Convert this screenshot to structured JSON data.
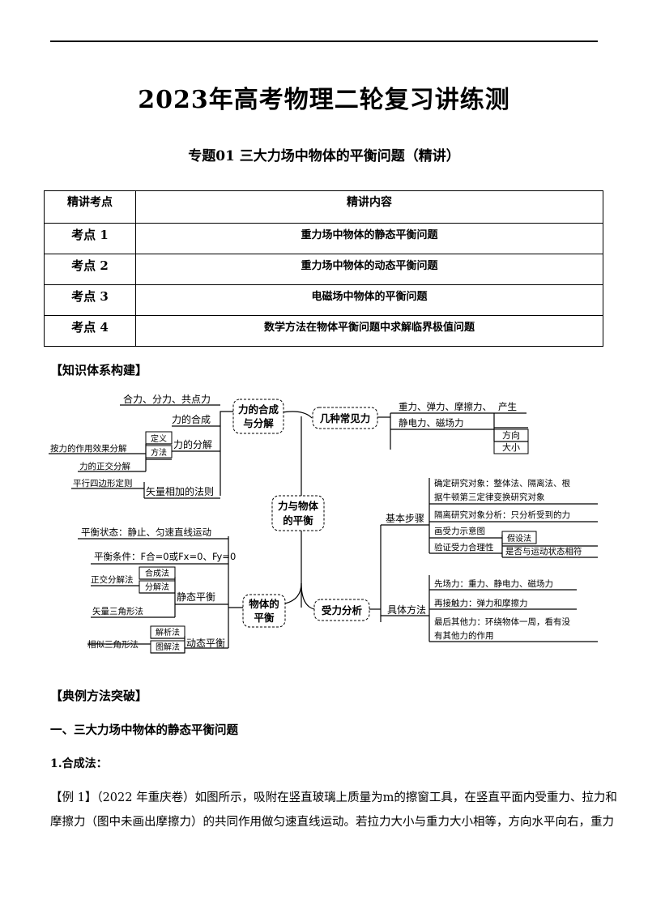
{
  "header": {
    "title": "2023年高考物理二轮复习讲练测",
    "subtitle": "专题01  三大力场中物体的平衡问题（精讲）"
  },
  "table": {
    "headers": [
      "精讲考点",
      "精讲内容"
    ],
    "rows": [
      {
        "point": "考点 1",
        "content": "重力场中物体的静态平衡问题"
      },
      {
        "point": "考点 2",
        "content": "重力场中物体的动态平衡问题"
      },
      {
        "point": "考点 3",
        "content": "电磁场中物体的平衡问题"
      },
      {
        "point": "考点 4",
        "content": "数学方法在物体平衡问题中求解临界极值问题"
      }
    ]
  },
  "knowledge_heading": "【知识体系构建】",
  "mindmap": {
    "center": [
      "力与物体",
      "的平衡"
    ],
    "hehe": [
      "力的合成",
      "与分解"
    ],
    "hehe_items": {
      "a": "合力、分力、共点力",
      "b": "力的合成",
      "c": "力的分解",
      "c_sub1": "定义",
      "c_sub2": "方法",
      "c_sub2_a": "按力的作用效果分解",
      "c_sub2_b": "力的正交分解",
      "d_pre": "平行四边形定则",
      "d": "矢量相加的法则"
    },
    "jizhong": "几种常见力",
    "jizhong_items": {
      "a": "重力、弹力、摩擦力、",
      "b": "静电力、磁场力",
      "c1": "产生",
      "c2": "方向",
      "c3": "大小"
    },
    "pingheng": [
      "物体的",
      "平衡"
    ],
    "pingheng_items": {
      "a": "平衡状态：静止、匀速直线运动",
      "b": "平衡条件：F合=0或Fx=0、Fy=0",
      "static": "静态平衡",
      "s1": "正交分解法",
      "s2": "合成法",
      "s3": "分解法",
      "s4": "矢量三角形法",
      "dynamic": "动态平衡",
      "d1": "相似三角形法",
      "d2": "解析法",
      "d3": "图解法"
    },
    "shouli": "受力分析",
    "shouli_items": {
      "steps": "基本步骤",
      "st1a": "确定研究对象：整体法、隔离法、根",
      "st1b": "据牛顿第三定律变换研究对象",
      "st2": "隔离研究对象分析：只分析受到的力",
      "st3": "画受力示意图",
      "st4": "验证受力合理性",
      "st4a": "假设法",
      "st4b": "是否与运动状态相符",
      "method": "具体方法",
      "m1": "先场力：重力、静电力、磁场力",
      "m2": "再接触力：弹力和摩擦力",
      "m3a": "最后其他力：环绕物体一周，看有没",
      "m3b": "有其他力的作用"
    }
  },
  "examples_heading": "【典例方法突破】",
  "section1": "一、三大力场中物体的静态平衡问题",
  "subsection1": "1.合成法：",
  "example1": {
    "line1": "【例 1】（2022 年重庆卷）如图所示，吸附在竖直玻璃上质量为m的擦窗工具，在竖直平面内受重力、拉力和",
    "line2": "摩擦力（图中未画出摩擦力）的共同作用做匀速直线运动。若拉力大小与重力大小相等，方向水平向右，重力"
  }
}
